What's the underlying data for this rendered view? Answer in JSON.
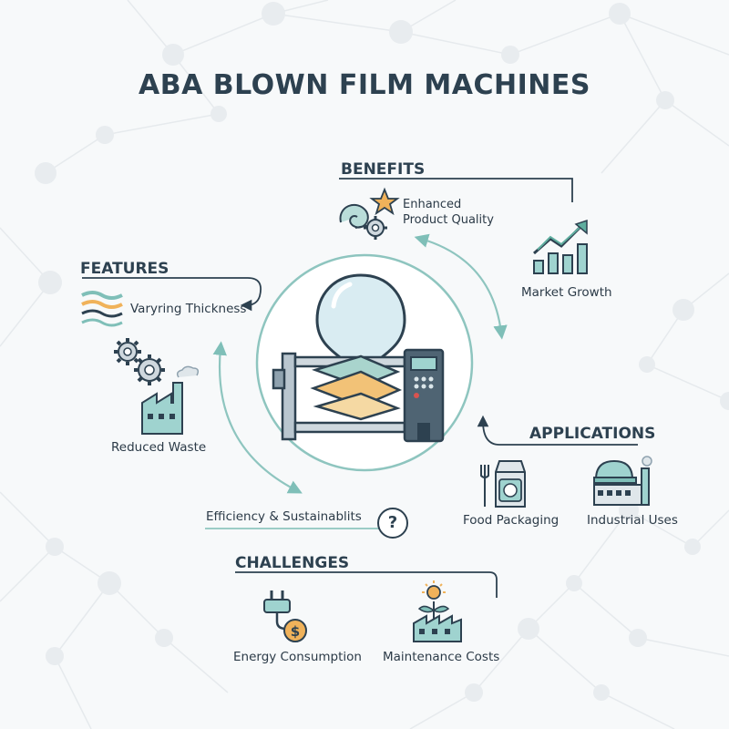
{
  "title": "ABA BLOWN FILM MACHINES",
  "sections": {
    "benefits": {
      "heading": "BENEFITS",
      "items": [
        "Enhanced\nProduct Quality",
        "Market Growth"
      ]
    },
    "features": {
      "heading": "FEATURES",
      "items": [
        "Varyring Thickness",
        "Reduced Waste"
      ]
    },
    "applications": {
      "heading": "APPLICATIONS",
      "items": [
        "Food Packaging",
        "Industrial Uses"
      ]
    },
    "challenges": {
      "heading": "CHALLENGES",
      "items": [
        "Energy Consumption",
        "Maintenance Costs"
      ]
    },
    "efficiency": {
      "label": "Efficiency & Sustainablits",
      "badge": "?"
    }
  },
  "colors": {
    "primary": "#2d4150",
    "teal": "#7fbfb8",
    "teal_light": "#b9ddd9",
    "orange": "#f0b25a",
    "accent_red": "#d9534f",
    "background": "#f7f9fa"
  },
  "icons": [
    "film-roll-icon",
    "star-icon",
    "gear-icon",
    "growth-chart-icon",
    "wave-layers-icon",
    "gears-icon",
    "factory-icon",
    "food-package-icon",
    "industrial-helmet-icon",
    "plug-dollar-icon",
    "sun-plant-factory-icon",
    "question-icon",
    "blown-film-machine-icon"
  ]
}
